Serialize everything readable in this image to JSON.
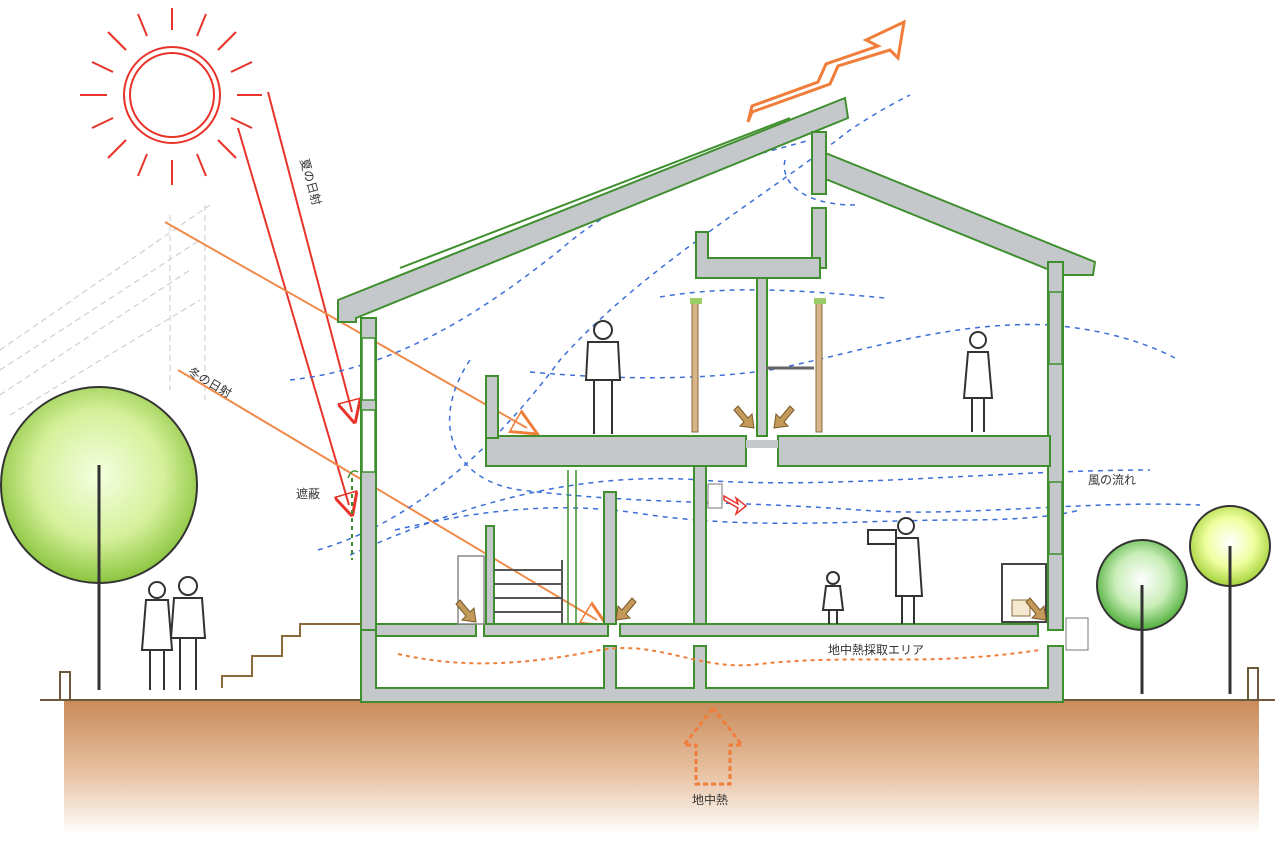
{
  "labels": {
    "summer_sun": "夏の日射",
    "winter_sun": "冬の日射",
    "shading": "遮蔽",
    "wind_flow": "風の流れ",
    "geothermal_area": "地中熱採取エリア",
    "geothermal_heat": "地中熱"
  },
  "colors": {
    "sun": "#e8332a",
    "winter_ray": "#f08a4a",
    "wind": "#3b6fd8",
    "exhaust": "#f07e3a",
    "house_outline": "#3f8f2f",
    "wall_fill": "#c4c8cb",
    "ground_top": "#c98a5a",
    "ground_bottom": "#ffffff",
    "tree_light": "#e8f8c0",
    "tree_dark": "#7cc23a"
  },
  "icons": [
    "sun-icon",
    "person-icon",
    "tree-icon",
    "arrow-icon"
  ]
}
